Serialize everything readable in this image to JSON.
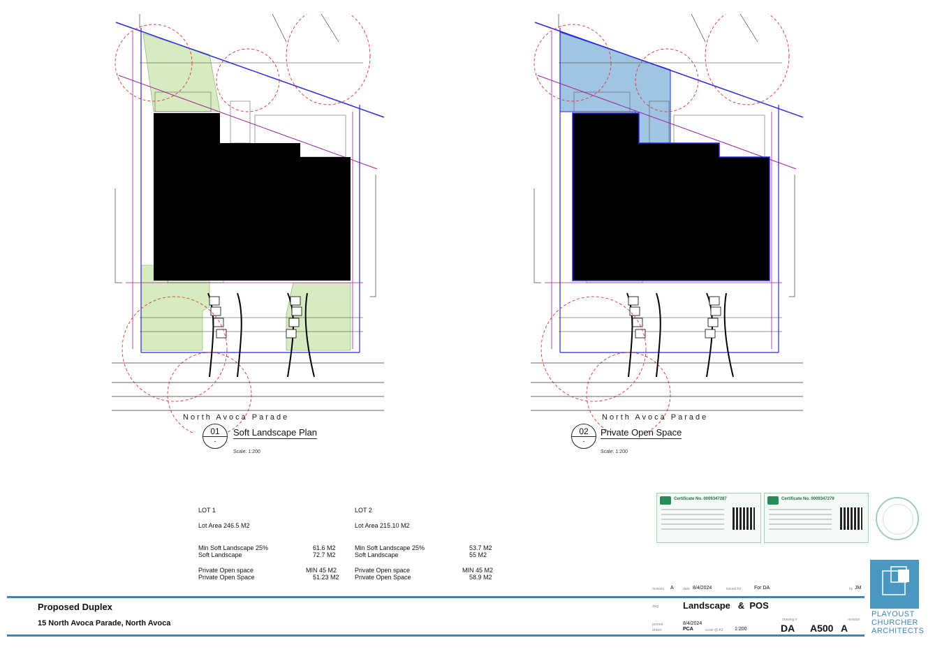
{
  "drawings": [
    {
      "number": "01",
      "title": "Soft Landscape Plan",
      "scale": "Scale:  1:200",
      "street": "North Avoca Parade"
    },
    {
      "number": "02",
      "title": "Private Open Space",
      "scale": "Scale:  1:200",
      "street": "North Avoca Parade"
    }
  ],
  "lots": [
    {
      "name": "LOT 1",
      "area": "Lot Area 246.5 M2",
      "min_soft_label": "Min Soft Landscape 25%",
      "min_soft_value": "61.6 M2",
      "soft_label": "Soft Landscape",
      "soft_value": "72.7 M2",
      "min_pos_label": "Private Open space",
      "min_pos_value": "MIN 45 M2",
      "pos_label": "Private Open Space",
      "pos_value": "51.23 M2"
    },
    {
      "name": "LOT 2",
      "area": "Lot Area 215.10 M2",
      "min_soft_label": "Min Soft Landscape 25%",
      "min_soft_value": "53.7 M2",
      "soft_label": "Soft Landscape",
      "soft_value": "55 M2",
      "min_pos_label": "Private Open space",
      "min_pos_value": "MIN 45 M2",
      "pos_label": "Private Open Space",
      "pos_value": "58.9 M2"
    }
  ],
  "certificates": [
    {
      "title": "Certificate No. 0009347287"
    },
    {
      "title": "Certificate No. 0009347279"
    }
  ],
  "title_block": {
    "project": "Proposed  Duplex",
    "address": "15  North  Avoca  Parade,  North  Avoca",
    "revision_label": "revision",
    "revision": "A",
    "date_label": "date",
    "date": "8/4/2024",
    "issue_label": "issued for",
    "issue": "For DA",
    "by_label": "by",
    "by": "JM",
    "dwg_label": "dwg",
    "dwg_title": "Landscape   &  POS",
    "printed_label": "printed",
    "printed": "8/4/2024",
    "drawn_label": "drawn",
    "drawn": "PCA",
    "scale_label": "scale @ A3",
    "scale": "1:200",
    "drawing_no_label": "drawing #",
    "drawing_prefix": "DA",
    "drawing_no": "A500",
    "rev_label": "revision",
    "rev": "A"
  },
  "firm": {
    "line1": "PLAYOUST",
    "line2": "CHURCHER",
    "line3": "ARCHITECTS"
  },
  "colors": {
    "landscape_green": "#d6ecc0",
    "pos_blue": "#7fb2d9",
    "boundary_blue": "#2a2ad8",
    "setback_purple": "#a020a0",
    "tree_red": "#e03030",
    "titleblock_rule": "#3a86b4"
  }
}
